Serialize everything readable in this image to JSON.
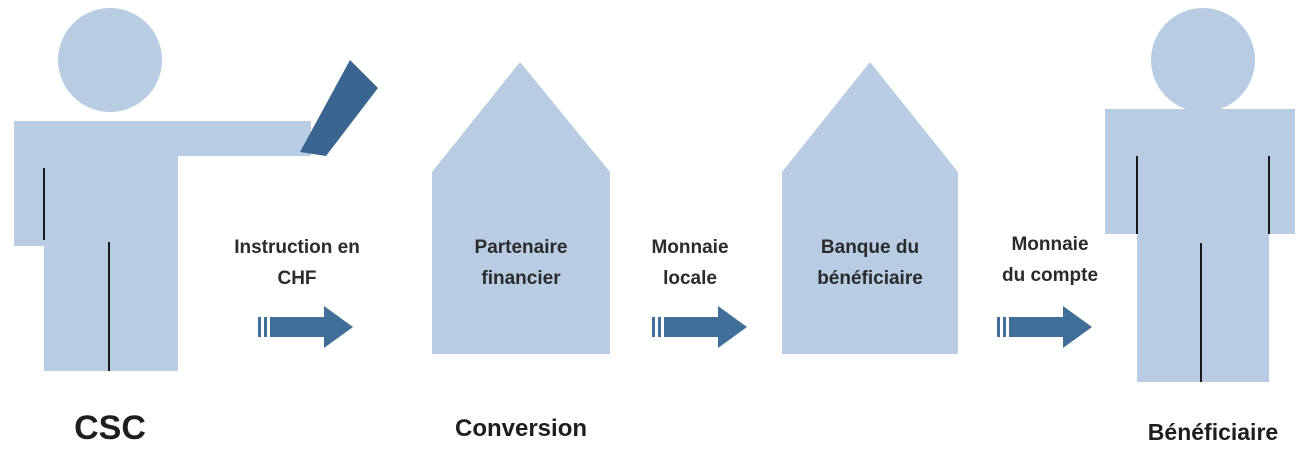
{
  "colors": {
    "figure_fill": "#b8cce4",
    "hand_dark": "#3a6590",
    "arrow_fill": "#3f6e99",
    "outline": "#1a1a1a",
    "text": "#2b2b2b"
  },
  "nodes": {
    "sender": {
      "caption": "CSC"
    },
    "conversion": {
      "caption": "Conversion",
      "line1": "Partenaire",
      "line2": "financier"
    },
    "beneficiary_bank": {
      "line1": "Banque du",
      "line2": "bénéficiaire"
    },
    "beneficiary": {
      "caption": "Bénéficiaire"
    }
  },
  "flows": [
    {
      "line1": "Instruction en",
      "line2": "CHF",
      "icon": "arrow-right-icon"
    },
    {
      "line1": "Monnaie",
      "line2": "locale",
      "icon": "arrow-right-icon"
    },
    {
      "line1": "Monnaie",
      "line2": "du compte",
      "icon": "arrow-right-icon"
    }
  ]
}
